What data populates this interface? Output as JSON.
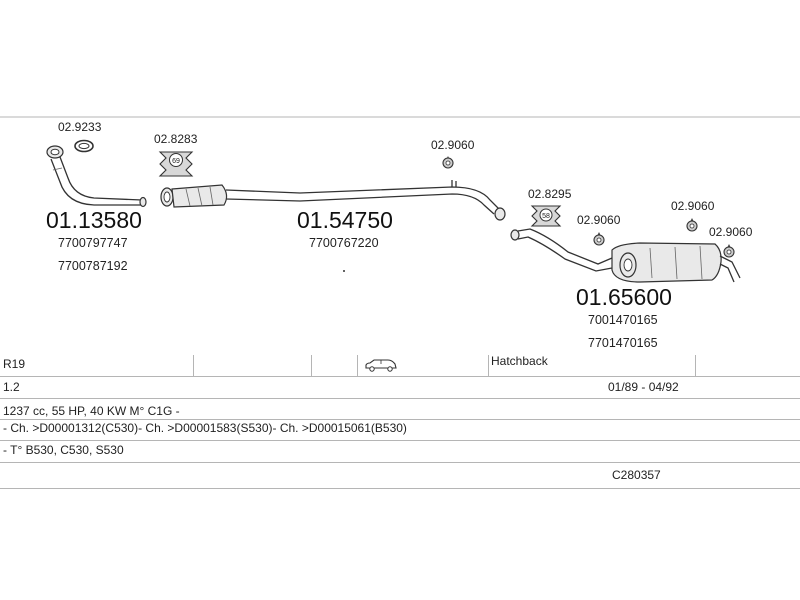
{
  "parts": {
    "clamp_front": "02.9233",
    "mount_69": "02.8283",
    "mount_69_badge": "69",
    "front_pipe": {
      "code": "01.13580",
      "oem": [
        "7700797747",
        "7700787192"
      ]
    },
    "middle_silencer": {
      "code": "01.54750",
      "oem": [
        "7700767220"
      ]
    },
    "mount_mid": "02.9060",
    "mount_58": "02.8295",
    "mount_58_badge": "58",
    "mount_rear_a": "02.9060",
    "mount_rear_b": "02.9060",
    "mount_rear_c": "02.9060",
    "rear_silencer": {
      "code": "01.65600",
      "oem": [
        "7001470165",
        "7701470165"
      ]
    }
  },
  "info": {
    "model": "R19",
    "car_icon": "hatchback-car-icon",
    "body": "Hatchback",
    "engine_size": "1.2",
    "date_range": "01/89 - 04/92",
    "engine_spec": "1237 cc, 55 HP, 40 KW M° C1G -",
    "chassis": "- Ch. >D00001312(C530)- Ch. >D00001583(S530)- Ch. >D00015061(B530)",
    "types": "- T° B530, C530, S530",
    "catalog_ref": "C280357"
  }
}
